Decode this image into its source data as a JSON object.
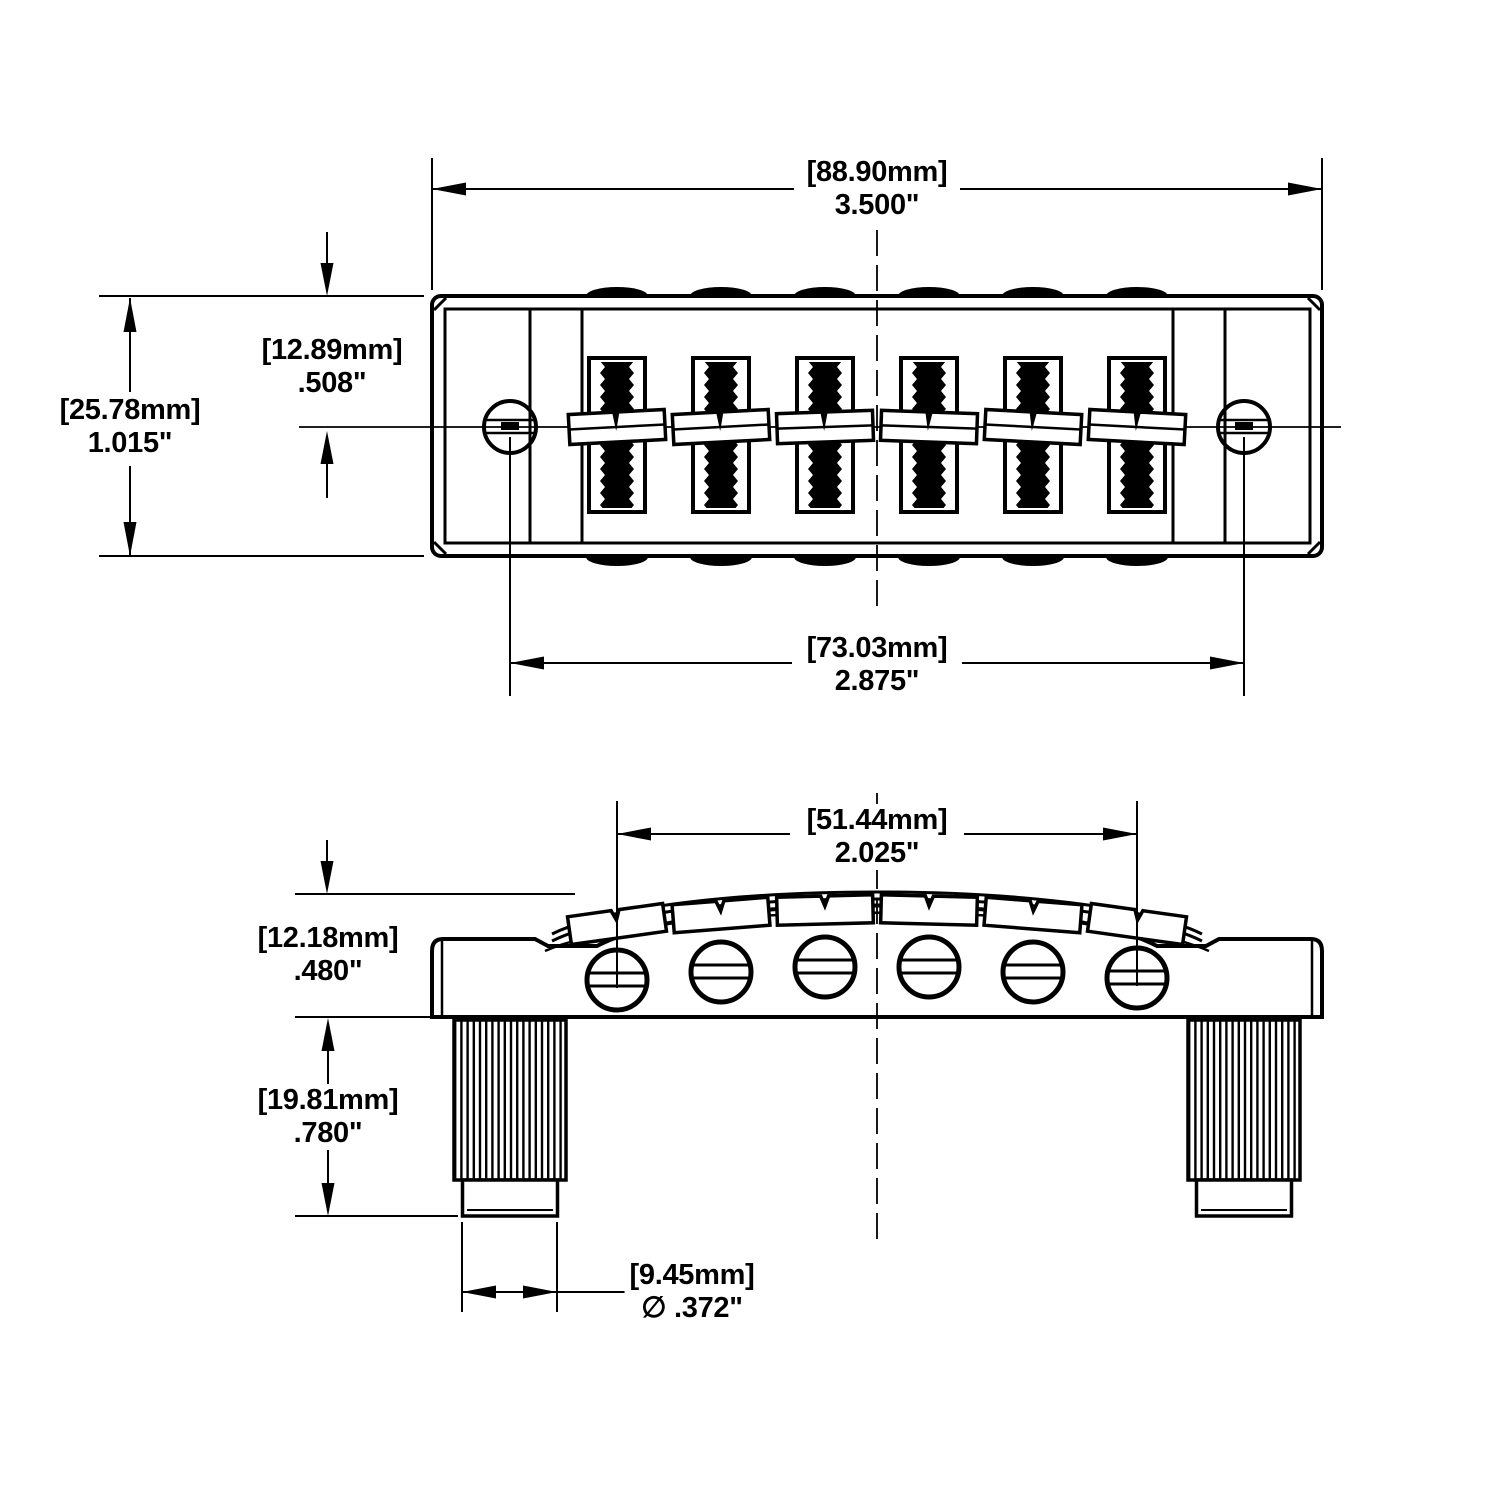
{
  "drawing": {
    "background_color": "#ffffff",
    "line_color": "#000000",
    "dimensions": {
      "overall_width": {
        "mm": "[88.90mm]",
        "inch": "3.500\""
      },
      "overall_depth": {
        "mm": "[25.78mm]",
        "inch": "1.015\""
      },
      "edge_to_center": {
        "mm": "[12.89mm]",
        "inch": ".508\""
      },
      "post_spacing": {
        "mm": "[73.03mm]",
        "inch": "2.875\""
      },
      "string_spread": {
        "mm": "[51.44mm]",
        "inch": "2.025\""
      },
      "body_height": {
        "mm": "[12.18mm]",
        "inch": ".480\""
      },
      "post_length": {
        "mm": "[19.81mm]",
        "inch": ".780\""
      },
      "post_diameter": {
        "mm": "[9.45mm]",
        "inch": "∅ .372\""
      }
    }
  }
}
